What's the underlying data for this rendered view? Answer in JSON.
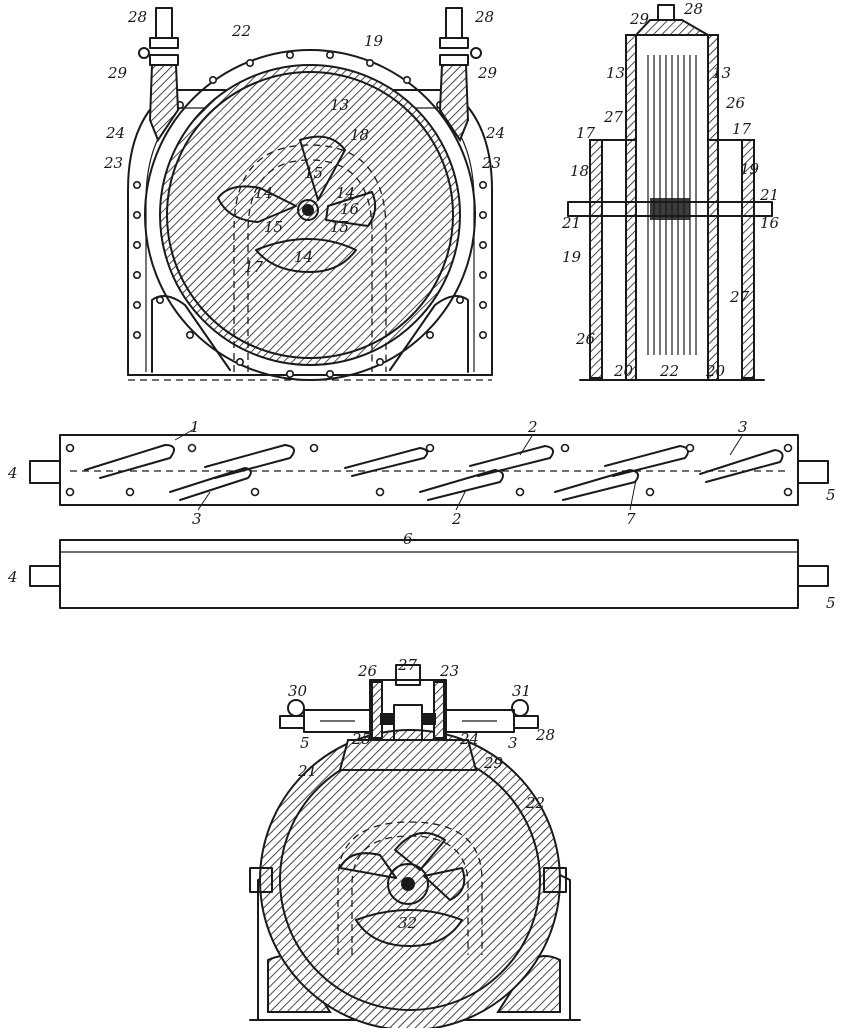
{
  "labels": {
    "fig1": {
      "n28a": "28",
      "n28b": "28",
      "n29a": "29",
      "n29b": "29",
      "n22": "22",
      "n19": "19",
      "n13": "13",
      "n18": "18",
      "n24a": "24",
      "n24b": "24",
      "n23a": "23",
      "n23b": "23",
      "n15a": "15",
      "n15b": "15",
      "n15c": "15",
      "n14a": "14",
      "n14b": "14",
      "n14c": "14",
      "n16": "16",
      "n17": "17"
    },
    "fig2": {
      "n29": "29",
      "n28": "28",
      "n13a": "13",
      "n13b": "13",
      "n26": "26",
      "n27a": "27",
      "n17a": "17",
      "n17b": "17",
      "n18": "18",
      "n19a": "19",
      "n21a": "21",
      "n21b": "21",
      "n16": "16",
      "n19b": "19",
      "n27b": "27",
      "n26b": "26",
      "n20a": "20",
      "n22": "22",
      "n20b": "20"
    },
    "fig3": {
      "n1": "1",
      "n2a": "2",
      "n3a": "3",
      "n4": "4",
      "n5": "5",
      "n3b": "3",
      "n2b": "2",
      "n7": "7"
    },
    "fig4": {
      "n6": "6",
      "n4": "4",
      "n5": "5"
    },
    "fig5": {
      "n27": "27",
      "n26": "26",
      "n23": "23",
      "n30": "30",
      "n31": "31",
      "n5a": "5",
      "n3": "3",
      "n28": "28",
      "n25": "25",
      "n24": "24",
      "n29": "29",
      "n21": "21",
      "n22": "22",
      "n32": "32"
    }
  }
}
